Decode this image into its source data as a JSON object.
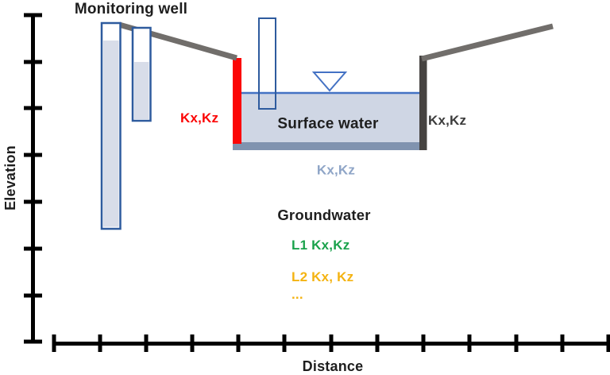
{
  "diagram": {
    "monitoring_well_label": "Monitoring well",
    "y_axis_label": "Elevation",
    "x_axis_label": "Distance",
    "left_bank_k_label": "Kx,Kz",
    "surface_water_label": "Surface water",
    "right_bank_k_label": "Kx,Kz",
    "streambed_k_label": "Kx,Kz",
    "groundwater_label": "Groundwater",
    "layer1_k_label": "L1 Kx,Kz",
    "layer2_k_label": "L2 Kx, Kz",
    "more_layers_label": "..."
  },
  "colors": {
    "left_bank": "#FB0505",
    "right_bank": "#464341",
    "streambed": "#8093AF",
    "surface_water_fill": "#CFD6E4",
    "water_line": "#4472C4",
    "well_outline": "#2E5B9E",
    "well_water": "#D8DDE9",
    "ground_line": "#716E6B",
    "axis": "#000000",
    "layer1_text": "#1AA24C",
    "layer2_text": "#F4B312",
    "streambed_text": "#8FA5C7"
  }
}
